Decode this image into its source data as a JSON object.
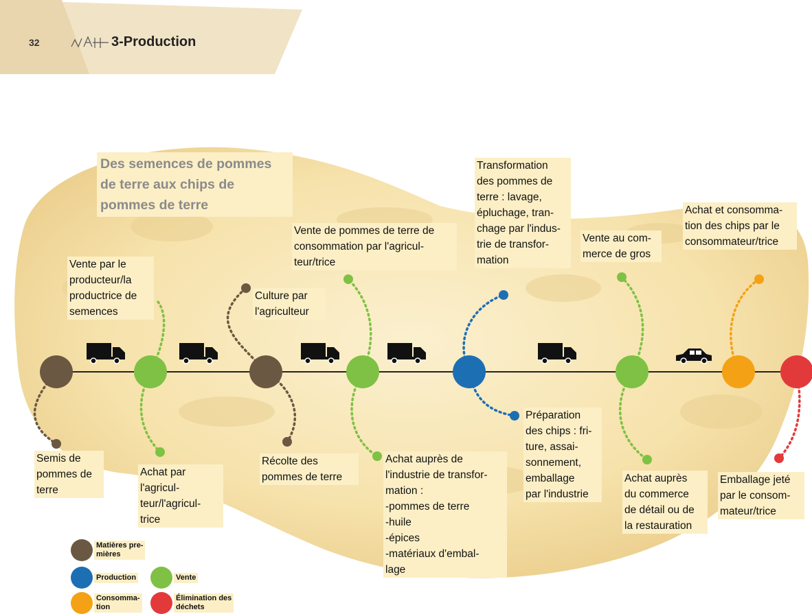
{
  "header": {
    "page_number": "32",
    "chapter": "3-Production"
  },
  "colors": {
    "raw": "#6b5842",
    "production": "#1d6fb4",
    "sale": "#7ec144",
    "consumption": "#f5a115",
    "disposal": "#e23a3a",
    "label_bg": "#fcefc6"
  },
  "title": "Des semences de pommes\nde terre aux chips de\npommes de terre",
  "labels": {
    "vente_semences": "Vente par le\nproducteur/la\nproductrice de\nsemences",
    "culture": "Culture par\nl'agriculteur",
    "vente_pommes": "Vente de pommes de terre de\nconsommation par l'agricul-\nteur/trice",
    "transformation": "Transformation\ndes pommes de\nterre : lavage,\népluchage, tran-\nchage par l'indus-\ntrie de transfor-\nmation",
    "gros": "Vente au com-\nmerce de gros",
    "achat_conso": "Achat et consomma-\ntion des chips par le\nconsommateur/trice",
    "semis": "Semis de\npommes de\nterre",
    "achat_agri": "Achat par\nl'agricul-\nteur/l'agricul-\ntrice",
    "recolte": "Récolte des\npommes de terre",
    "achat_industrie": "Achat auprès de\nl'industrie de transfor-\nmation :\n-pommes de terre\n-huile\n-épices\n-matériaux d'embal-\nlage",
    "preparation": "Préparation\ndes chips : fri-\nture, assai-\nsonnement,\nemballage\npar l'industrie",
    "detail": "Achat auprès\ndu commerce\nde détail ou de\nla restauration",
    "emballage": "Emballage jeté\npar le consom-\nmateur/trice"
  },
  "legend": {
    "raw": "Matières pre-\nmières",
    "production": "Production",
    "sale": "Vente",
    "consumption": "Consomma-\ntion",
    "disposal": "Élimination des\ndéchets"
  },
  "icons": [
    "truck-icon",
    "car-icon"
  ]
}
